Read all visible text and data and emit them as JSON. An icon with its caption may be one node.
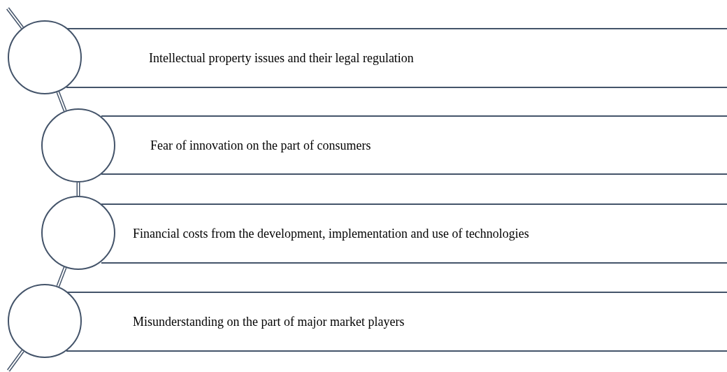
{
  "diagram": {
    "nodes": [
      {
        "text": [
          "Intellectual property issues and their legal regulation"
        ]
      },
      {
        "text": [
          "Fear of innovation on the part of consumers"
        ]
      },
      {
        "text": [
          "Financial costs from the development, implementation and use of technologies"
        ]
      },
      {
        "text": [
          "Misunderstanding on the part of major market players"
        ]
      },
      {
        "text": [],
        "shape": "circle"
      },
      {
        "text": [],
        "shape": "circle"
      },
      {
        "text": [],
        "shape": "circle"
      },
      {
        "text": [],
        "shape": "circle"
      }
    ],
    "edges": [
      {
        "from": null,
        "to": 4,
        "arrow": "none"
      },
      {
        "from": 4,
        "to": 5,
        "arrow": "none"
      },
      {
        "from": 5,
        "to": 6,
        "arrow": "none"
      },
      {
        "from": 6,
        "to": 7,
        "arrow": "none"
      },
      {
        "from": 7,
        "to": null,
        "arrow": "none"
      }
    ]
  }
}
